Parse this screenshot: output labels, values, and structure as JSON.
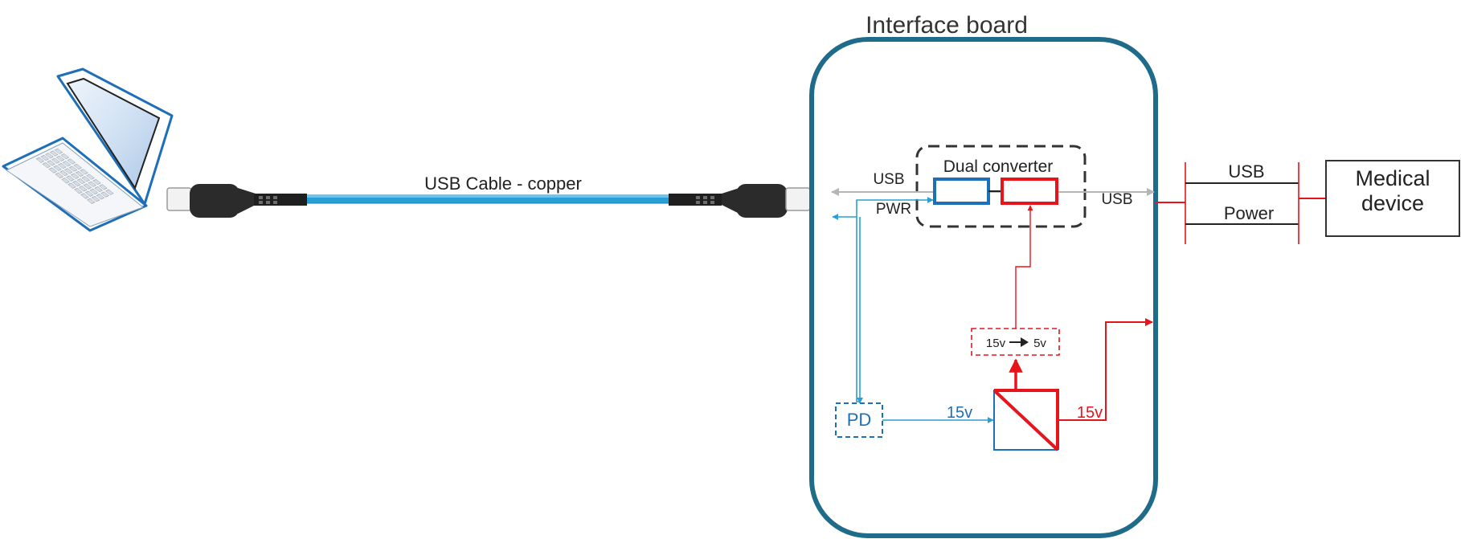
{
  "title": "Interface board",
  "cable": {
    "label": "USB Cable - copper"
  },
  "converter": {
    "title": "Dual converter",
    "usb_in_label": "USB",
    "pwr_label": "PWR",
    "usb_out_label": "USB"
  },
  "step_down": {
    "from": "15v",
    "to": "5v"
  },
  "pd": {
    "label": "PD"
  },
  "power": {
    "in_label": "15v",
    "out_label": "15v"
  },
  "external": {
    "usb_label": "USB",
    "power_label": "Power",
    "device_line1": "Medical",
    "device_line2": "device"
  },
  "colors": {
    "board": "#1e6b8a",
    "cable": "#2a9fd6",
    "usb_line": "#b5b5b5",
    "pwr_line": "#2a9fd6",
    "red": "#e8141c",
    "blue_box": "#1d6fb8",
    "pd": "#1d6fb8"
  },
  "icons": [
    "laptop-icon",
    "usb-c-connector-left",
    "usb-c-connector-right",
    "power-converter-icon"
  ]
}
